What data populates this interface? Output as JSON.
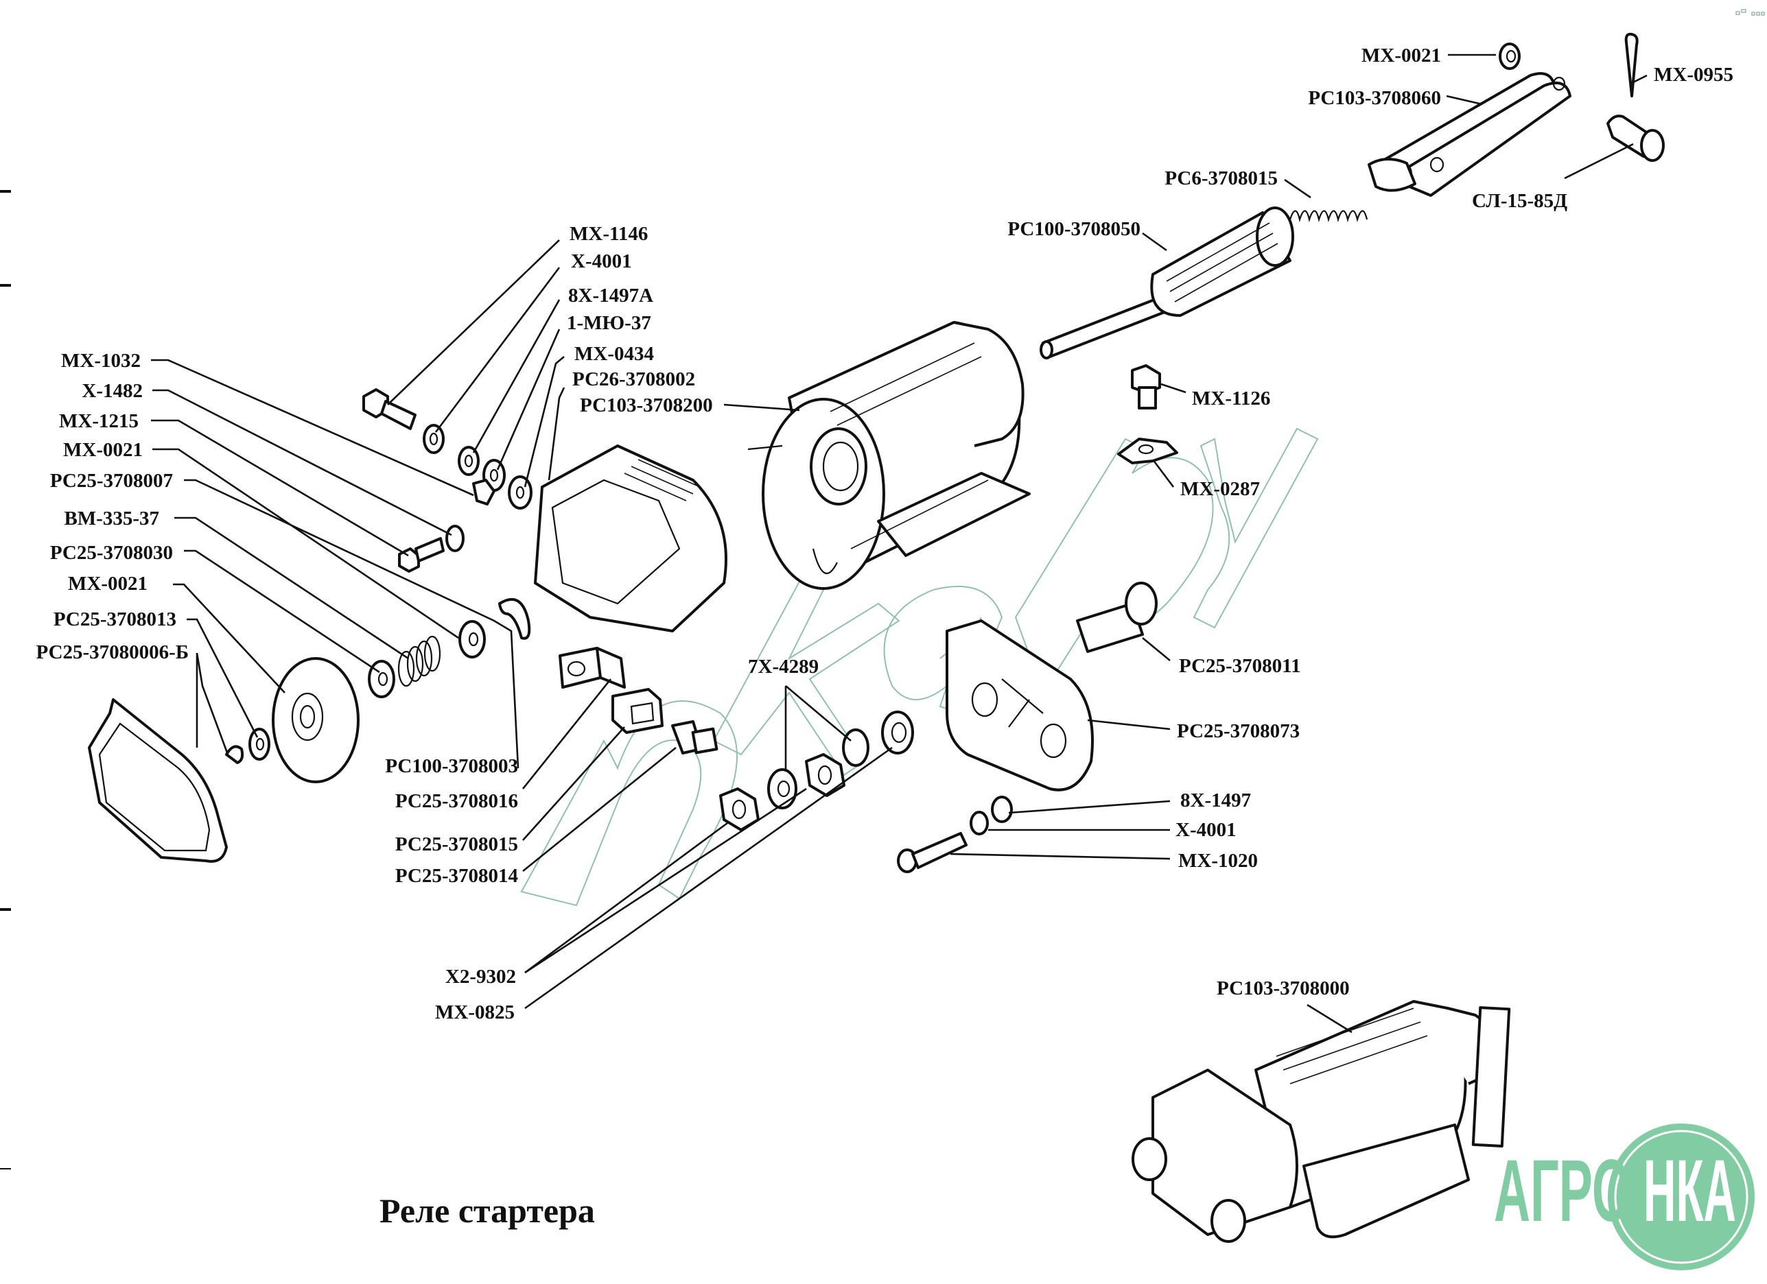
{
  "title": "Реле стартера",
  "watermark": "nka.py",
  "logo": {
    "text_left": "АГРО",
    "text_right": "НКА",
    "color": "#82cca3"
  },
  "assembly_label": "РС103-3708000",
  "labels": {
    "top_right": [
      {
        "id": "mx0021-top",
        "text": "МХ-0021"
      },
      {
        "id": "pc103-3708060",
        "text": "РС103-3708060"
      },
      {
        "id": "mx0955",
        "text": "МХ-0955"
      },
      {
        "id": "sl15-85d",
        "text": "СЛ-15-85Д"
      },
      {
        "id": "pc6-3708015",
        "text": "РС6-3708015"
      },
      {
        "id": "pc100-3708050",
        "text": "РС100-3708050"
      }
    ],
    "top_center": [
      {
        "id": "mx1146",
        "text": "МХ-1146"
      },
      {
        "id": "x4001-top",
        "text": "Х-4001"
      },
      {
        "id": "8x1497a",
        "text": "8Х-1497А"
      },
      {
        "id": "1myu37",
        "text": "1-МЮ-37"
      },
      {
        "id": "mx0434",
        "text": "МХ-0434"
      },
      {
        "id": "pc26-3708002",
        "text": "РС26-3708002"
      },
      {
        "id": "pc103-3708200",
        "text": "РС103-3708200"
      }
    ],
    "left_column": [
      {
        "id": "mx1032",
        "text": "МХ-1032"
      },
      {
        "id": "x1482",
        "text": "Х-1482"
      },
      {
        "id": "mx1215",
        "text": "МХ-1215"
      },
      {
        "id": "mx0021-a",
        "text": "МХ-0021"
      },
      {
        "id": "pc25-3708007",
        "text": "РС25-3708007"
      },
      {
        "id": "bm335-37",
        "text": "ВМ-335-37"
      },
      {
        "id": "pc25-3708030",
        "text": "РС25-3708030"
      },
      {
        "id": "mx0021-b",
        "text": "МХ-0021"
      },
      {
        "id": "pc25-3708013",
        "text": "РС25-3708013"
      },
      {
        "id": "pc25-37080006b",
        "text": "РС25-37080006-Б"
      }
    ],
    "right_middle": [
      {
        "id": "mx1126",
        "text": "МХ-1126"
      },
      {
        "id": "mx0287",
        "text": "МХ-0287"
      },
      {
        "id": "pc25-3708011",
        "text": "РС25-3708011"
      },
      {
        "id": "pc25-3708073",
        "text": "РС25-3708073"
      },
      {
        "id": "8x1497",
        "text": "8Х-1497"
      },
      {
        "id": "x4001-bottom",
        "text": "Х-4001"
      },
      {
        "id": "mx1020",
        "text": "МХ-1020"
      }
    ],
    "bottom_center": [
      {
        "id": "7x4289",
        "text": "7Х-4289"
      },
      {
        "id": "pc100-3708003",
        "text": "РС100-3708003"
      },
      {
        "id": "pc25-3708016",
        "text": "РС25-3708016"
      },
      {
        "id": "pc25-3708015",
        "text": "РС25-3708015"
      },
      {
        "id": "pc25-3708014",
        "text": "РС25-3708014"
      },
      {
        "id": "x2-9302",
        "text": "Х2-9302"
      },
      {
        "id": "mx0825",
        "text": "МХ-0825"
      }
    ]
  }
}
